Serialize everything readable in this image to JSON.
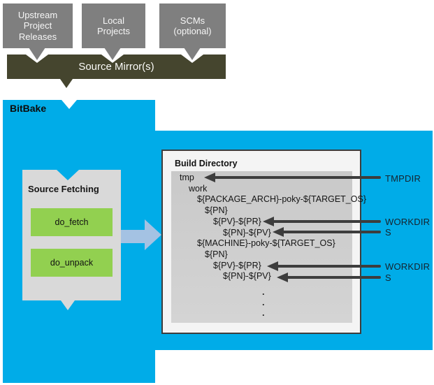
{
  "colors": {
    "boxgray": "#7f7f7f",
    "olive": "#45452e",
    "blue": "#00ace8",
    "fetchgray": "#d9d9d9",
    "green": "#92d050",
    "lightblue": "#a4c2e3",
    "dark": "#3d3d3d",
    "panel": "#cdcdcd",
    "dirbg": "#f4f4f4",
    "label": "#15232e"
  },
  "header": {
    "source_boxes": [
      {
        "label": "Upstream\nProject\nReleases"
      },
      {
        "label": "Local\nProjects"
      },
      {
        "label": "SCMs\n(optional)"
      }
    ],
    "mirror_label": "Source Mirror(s)"
  },
  "bitbake": {
    "label": "BitBake"
  },
  "fetching": {
    "title": "Source Fetching",
    "tasks": [
      {
        "label": "do_fetch"
      },
      {
        "label": "do_unpack"
      }
    ]
  },
  "build_directory": {
    "title": "Build Directory",
    "tree": [
      {
        "text": "tmp",
        "level": 1
      },
      {
        "text": "work",
        "level": 2
      },
      {
        "text": "${PACKAGE_ARCH}-poky-${TARGET_OS}",
        "level": 3
      },
      {
        "text": "${PN}",
        "level": 4
      },
      {
        "text": "${PV}-${PR}",
        "level": 5
      },
      {
        "text": "${PN}-${PV}",
        "level": 6
      },
      {
        "text": "${MACHINE}-poky-${TARGET_OS}",
        "level": 3
      },
      {
        "text": "${PN}",
        "level": 4
      },
      {
        "text": "${PV}-${PR}",
        "level": 5
      },
      {
        "text": "${PN}-${PV}",
        "level": 6
      }
    ],
    "ellipsis": [
      ".",
      ".",
      "."
    ]
  },
  "annotations": [
    {
      "label": "TMPDIR"
    },
    {
      "label": "WORKDIR"
    },
    {
      "label": "S"
    },
    {
      "label": "WORKDIR"
    },
    {
      "label": "S"
    }
  ]
}
